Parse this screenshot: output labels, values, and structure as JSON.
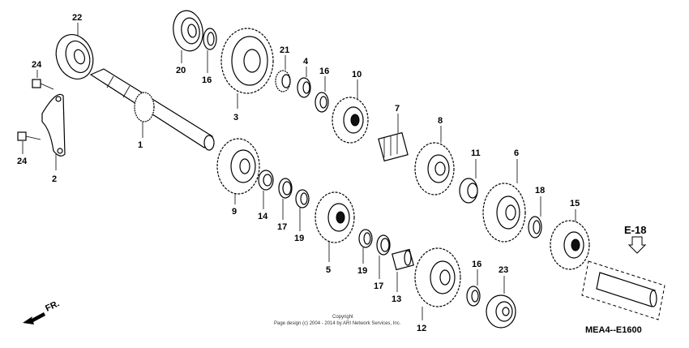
{
  "diagram": {
    "parts": {
      "p1": "1",
      "p2": "2",
      "p3": "3",
      "p4": "4",
      "p5": "5",
      "p6": "6",
      "p7": "7",
      "p8": "8",
      "p9": "9",
      "p10": "10",
      "p11": "11",
      "p12": "12",
      "p13": "13",
      "p14": "14",
      "p15": "15",
      "p16a": "16",
      "p16b": "16",
      "p16c": "16",
      "p17a": "17",
      "p17b": "17",
      "p18": "18",
      "p19a": "19",
      "p19b": "19",
      "p20": "20",
      "p21": "21",
      "p22": "22",
      "p23": "23",
      "p24a": "24",
      "p24b": "24"
    },
    "ref_label": "E-18",
    "front_label": "FR.",
    "diagram_code": "MEA4--E1600",
    "copyright_line1": "Copyright",
    "copyright_line2": "Page design (c) 2004 - 2014 by ARI Network Services, Inc."
  }
}
